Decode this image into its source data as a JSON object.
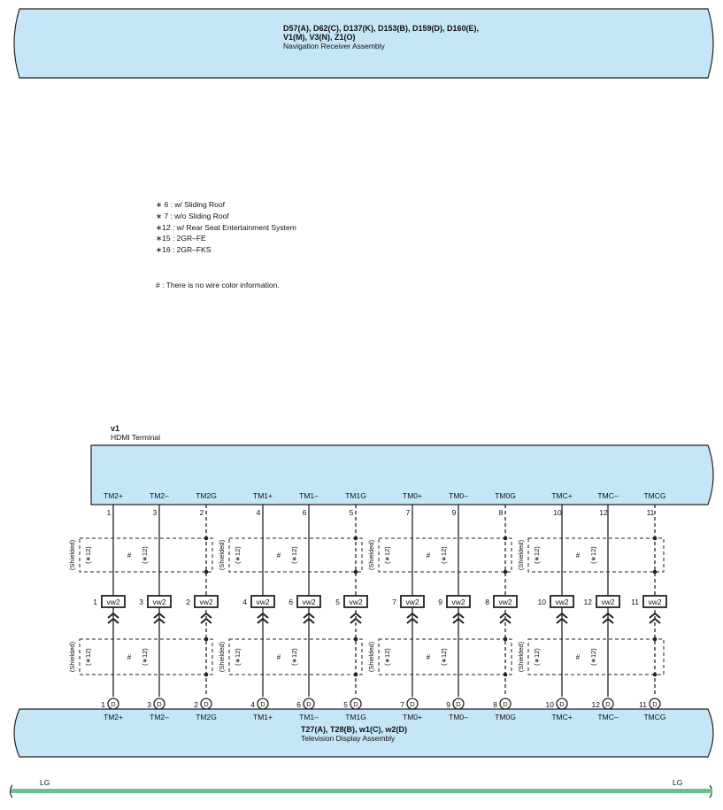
{
  "top_assembly": {
    "codes_line1": "D57(A), D62(C), D137(K), D153(B), D159(D), D160(E),",
    "codes_line2": "V1(M), V3(N), Z1(O)",
    "name": "Navigation Receiver Assembly"
  },
  "notes": [
    "∗ 6 : w/ Sliding Roof",
    "∗ 7 : w/o Sliding Roof",
    "∗12 : w/ Rear Seat Entertainment System",
    "∗15 : 2GR–FE",
    "∗16 : 2GR–FKS"
  ],
  "hash_note": "# : There is no wire color information.",
  "hdmi_connector": {
    "code": "v1",
    "name": "HDMI Terminal"
  },
  "splice_connector": "vw2",
  "shielded_label": "(Shielded)",
  "condition_label": "(∗12)",
  "hash_symbol": "#",
  "pins": [
    {
      "terminal": "TM2+",
      "pin": "1",
      "line": "solid"
    },
    {
      "terminal": "TM2–",
      "pin": "3",
      "line": "solid"
    },
    {
      "terminal": "TM2G",
      "pin": "2",
      "line": "dashed"
    },
    {
      "terminal": "TM1+",
      "pin": "4",
      "line": "solid"
    },
    {
      "terminal": "TM1–",
      "pin": "6",
      "line": "solid"
    },
    {
      "terminal": "TM1G",
      "pin": "5",
      "line": "dashed"
    },
    {
      "terminal": "TM0+",
      "pin": "7",
      "line": "solid"
    },
    {
      "terminal": "TM0–",
      "pin": "9",
      "line": "solid"
    },
    {
      "terminal": "TM0G",
      "pin": "8",
      "line": "dashed"
    },
    {
      "terminal": "TMC+",
      "pin": "10",
      "line": "solid"
    },
    {
      "terminal": "TMC–",
      "pin": "12",
      "line": "solid"
    },
    {
      "terminal": "TMCG",
      "pin": "11",
      "line": "dashed"
    }
  ],
  "bottom_pin_marker": "D",
  "bottom_assembly": {
    "codes": "T27(A), T28(B), w1(C), w2(D)",
    "name": "Television Display Assembly"
  },
  "ground_wire": {
    "left_label": "LG",
    "right_label": "LG",
    "color": "#6cc08d"
  },
  "colors": {
    "assembly_fill": "#c5e6f7",
    "outline": "#222222"
  }
}
